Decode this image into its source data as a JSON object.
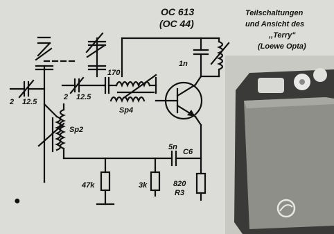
{
  "transistor": {
    "type": "OC 613",
    "equivalent": "(OC 44)"
  },
  "caption": {
    "line1": "Teilschaltungen",
    "line2": "und Ansicht des",
    "line3": ",,Terry\"",
    "line4": "(Loewe Opta)"
  },
  "labels": {
    "trimmer_left_a": "2",
    "trimmer_left_b": "12.5",
    "trimmer_mid_a": "2",
    "trimmer_mid_b": "12.5",
    "cap_170": "170",
    "coil_sp4": "Sp4",
    "coil_sp2": "Sp2",
    "cap_c5": "5n",
    "cap_c6": "C6",
    "collector_cap": "1n",
    "resistor_1": "47k",
    "resistor_2": "3k",
    "resistor_3_value": "820",
    "resistor_3_ref": "R3",
    "figure_marker": "●"
  },
  "colors": {
    "ink": "#111111",
    "paper": "#dcdcd8",
    "radio_body": "#3a3a38",
    "radio_panel": "#8f8f8a"
  }
}
